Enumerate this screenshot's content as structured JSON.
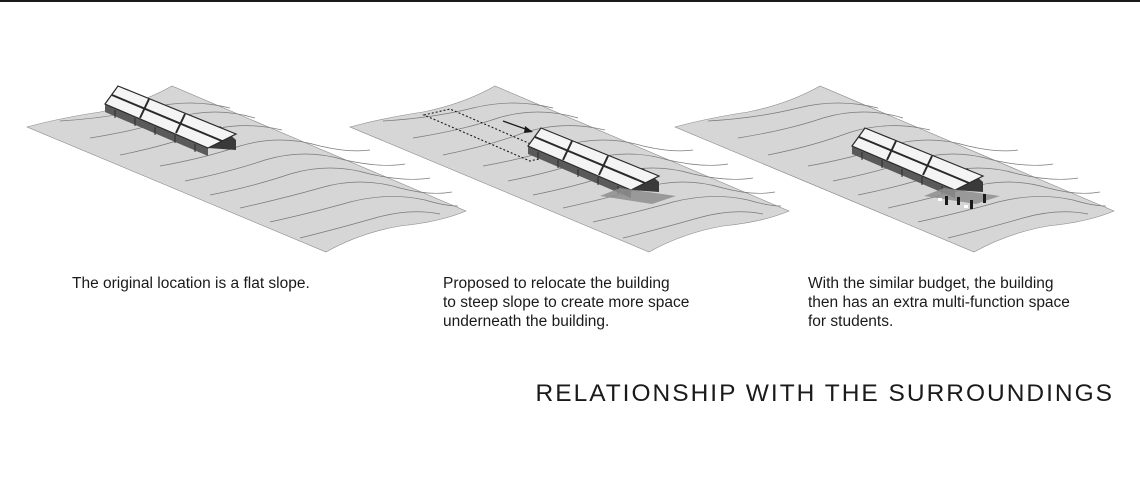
{
  "title": "RELATIONSHIP WITH THE SURROUNDINGS",
  "panels": [
    {
      "caption_lines": [
        "The original location is a flat slope."
      ]
    },
    {
      "caption_lines": [
        "Proposed to relocate the building",
        "to steep slope to create more space",
        "underneath the building."
      ]
    },
    {
      "caption_lines": [
        "With the similar budget, the building",
        "then has an extra multi-function space",
        "for students."
      ]
    }
  ],
  "colors": {
    "terrain_fill": "#d6d6d6",
    "contour_line": "#7a7a7a",
    "roof_light": "#f4f4f4",
    "roof_dark": "#3a3a3a",
    "text": "#1a1a1a"
  }
}
